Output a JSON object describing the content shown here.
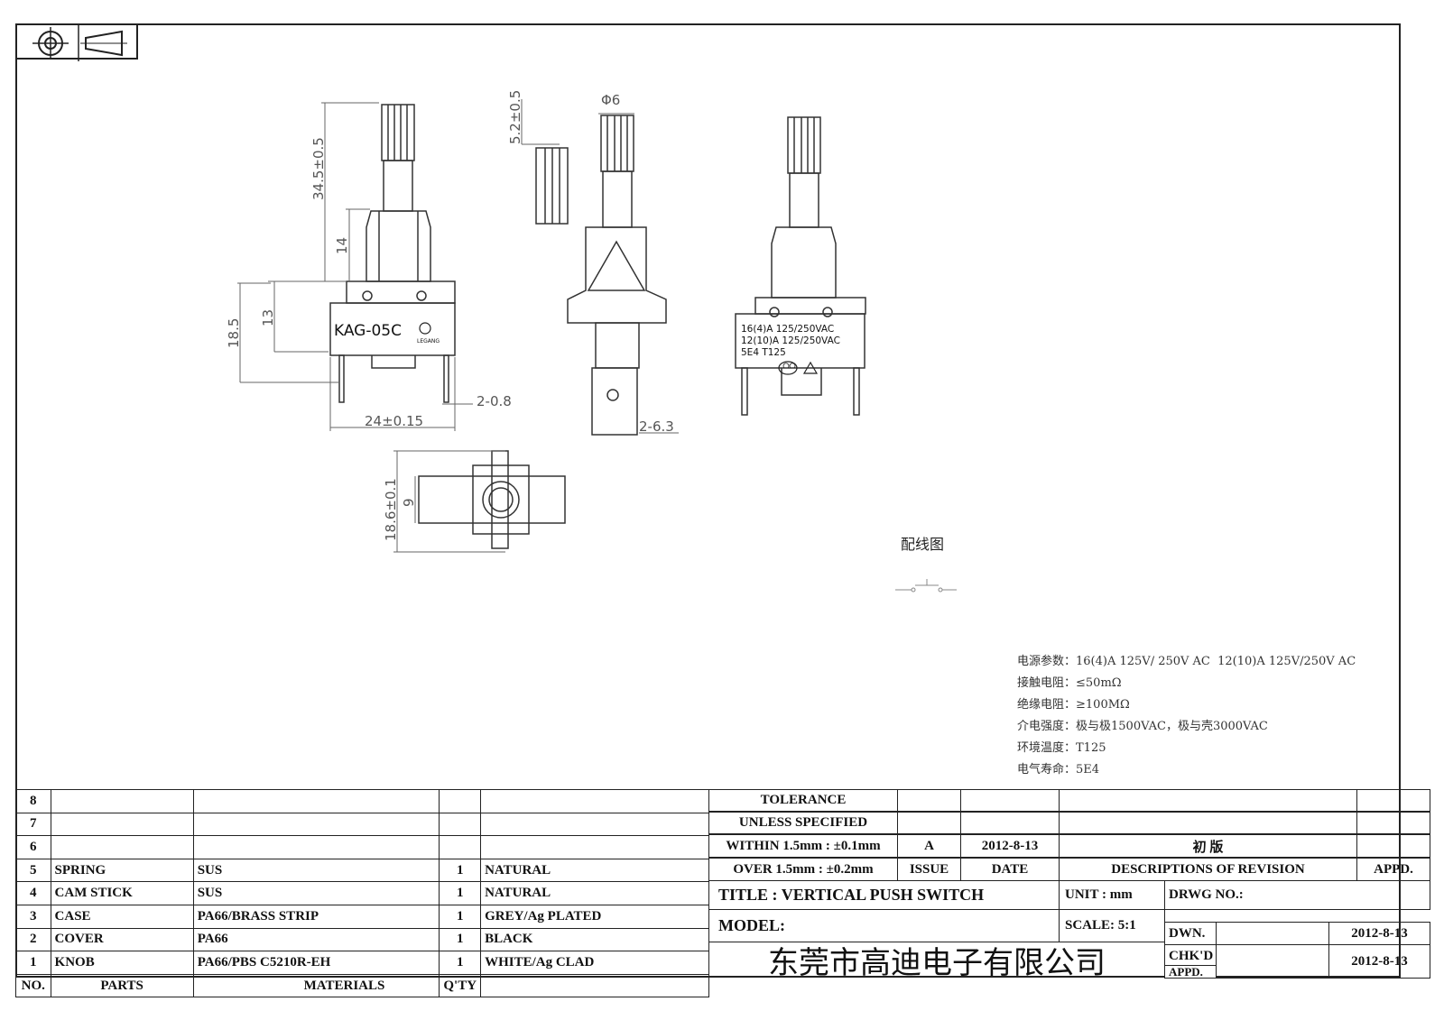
{
  "drawing": {
    "dimensions": {
      "knob_height": "34.5±0.5",
      "knob_diameter": "Φ6",
      "knob_tip": "5.2±0.5",
      "stem": "14",
      "case_height": "13",
      "total_height": "18.5",
      "width": "24±0.15",
      "pin_thickness": "2-0.8",
      "pin_width": "2-6.3",
      "bottom_height": "18.6±0.1",
      "bottom_inner": "9"
    },
    "markings": {
      "model": "KAG-05C",
      "brand": "LEGANG",
      "rating_line_1": "16(4)A 125/250VAC",
      "rating_line_2": "12(10)A 125/250VAC",
      "rating_line_3": "5E4   T125"
    },
    "wiring_title": "配线图"
  },
  "specs": [
    {
      "label": "电源参数：",
      "value": "16(4)A 125V/ 250V AC  12(10)A 125V/250V AC"
    },
    {
      "label": "接触电阻：",
      "value": "≤50mΩ"
    },
    {
      "label": "绝缘电阻：",
      "value": "≥100MΩ"
    },
    {
      "label": "介电强度：",
      "value": "极与极1500VAC，极与壳3000VAC"
    },
    {
      "label": "环境温度：",
      "value": "T125"
    },
    {
      "label": "电气寿命：",
      "value": "5E4"
    }
  ],
  "bom": {
    "rows": [
      {
        "no": "8",
        "part": "",
        "material": "",
        "qty": "",
        "finish": ""
      },
      {
        "no": "7",
        "part": "",
        "material": "",
        "qty": "",
        "finish": ""
      },
      {
        "no": "6",
        "part": "",
        "material": "",
        "qty": "",
        "finish": ""
      },
      {
        "no": "5",
        "part": "SPRING",
        "material": "SUS",
        "qty": "1",
        "finish": "NATURAL"
      },
      {
        "no": "4",
        "part": "CAM STICK",
        "material": "SUS",
        "qty": "1",
        "finish": "NATURAL"
      },
      {
        "no": "3",
        "part": "CASE",
        "material": "PA66/BRASS STRIP",
        "qty": "1",
        "finish": "GREY/Ag PLATED"
      },
      {
        "no": "2",
        "part": "COVER",
        "material": "PA66",
        "qty": "1",
        "finish": "BLACK"
      },
      {
        "no": "1",
        "part": "KNOB",
        "material": "PA66/PBS C5210R-EH",
        "qty": "1",
        "finish": "WHITE/Ag CLAD"
      }
    ],
    "header": {
      "no": "NO.",
      "part": "PARTS",
      "material": "MATERIALS",
      "qty": "Q'TY"
    }
  },
  "title_block": {
    "tolerance_1": "TOLERANCE",
    "tolerance_2": "UNLESS  SPECIFIED",
    "within": "WITHIN 1.5mm : ±0.1mm",
    "over": "OVER 1.5mm : ±0.2mm",
    "issue_value": "A",
    "date_value": "2012-8-13",
    "revision_value": "初 版",
    "issue_label": "ISSUE",
    "date_label": "DATE",
    "desc_label": "DESCRIPTIONS OF REVISION",
    "appd_label": "APPD.",
    "title": "TITLE :  VERTICAL PUSH SWITCH",
    "unit": "UNIT :  mm",
    "drwg_no": "DRWG NO.:",
    "model": "MODEL:",
    "scale": "SCALE:  5:1",
    "dwn_label": "DWN.",
    "dwn_date": "2012-8-13",
    "chkd_label": "CHK'D",
    "chkd_date": "2012-8-13",
    "appd_label2": "APPD.",
    "company": "东莞市高迪电子有限公司"
  }
}
